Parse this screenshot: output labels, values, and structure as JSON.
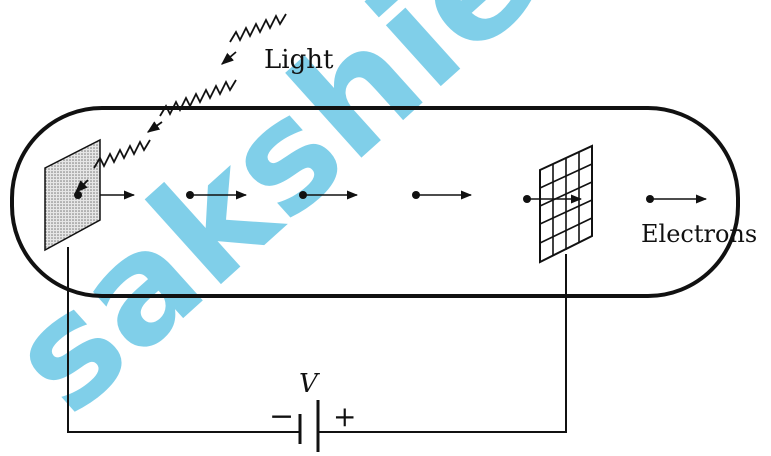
{
  "labels": {
    "light": "Light",
    "electrons": "Electrons",
    "voltage": "V",
    "minus": "−",
    "plus": "+"
  },
  "watermark": {
    "text": "sakshied",
    "color": "#1aa8d8"
  },
  "colors": {
    "ink": "#111111",
    "plate_fill": "#bdbdbd",
    "background": "#ffffff"
  },
  "elements": [
    "vacuum-tube",
    "emitter-plate",
    "collector-grid",
    "battery",
    "photon-waves",
    "electron-arrows"
  ]
}
